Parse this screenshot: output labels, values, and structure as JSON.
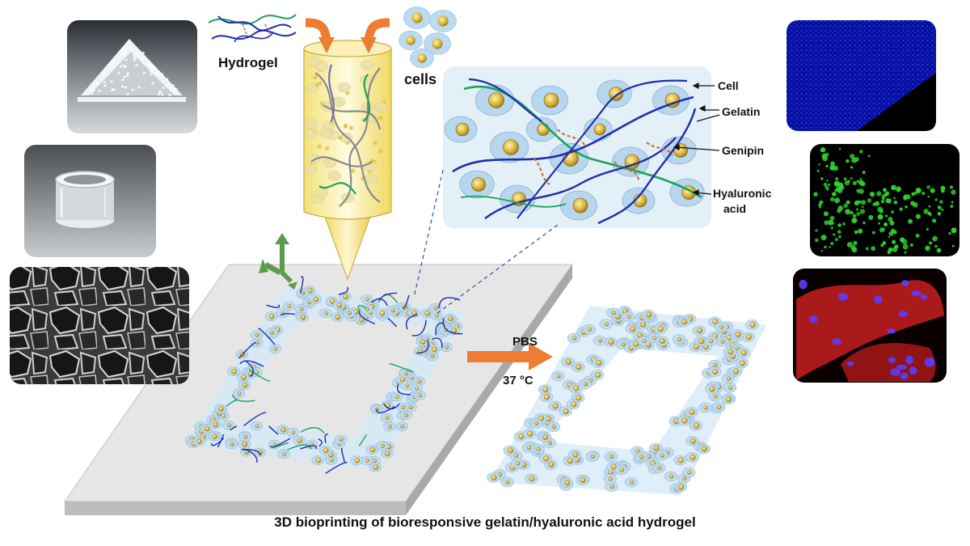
{
  "labels": {
    "hydrogel": "Hydrogel",
    "cells": "cells",
    "cell": "Cell",
    "gelatin": "Gelatin",
    "genipin": "Genipin",
    "hyaluronic_line1": "Hyaluronic",
    "hyaluronic_line2": "acid",
    "pbs": "PBS",
    "temperature": "37 °C"
  },
  "caption": "3D bioprinting of bioresponsive gelatin/hyaluronic acid hydrogel",
  "colors": {
    "gelatin_strand": "#1f2db0",
    "hyaluronic_strand": "#1aa35a",
    "genipin_crosslink": "#c8642a",
    "arrow_orange": "#ee7d33",
    "cell_fill": "#bcdaf0",
    "cell_nucleus": "#d9b233",
    "axis_green": "#5a9b4e",
    "nucleus_stain_blue": "#1e1ed8",
    "live_stain_green": "#2fd12f",
    "actin_stain_red": "#c81e1e"
  },
  "icons": {
    "axes": "xyz-axes-icon",
    "process_arrow": "right-arrow-icon",
    "feed_arrows": "curved-down-arrow-icon"
  }
}
